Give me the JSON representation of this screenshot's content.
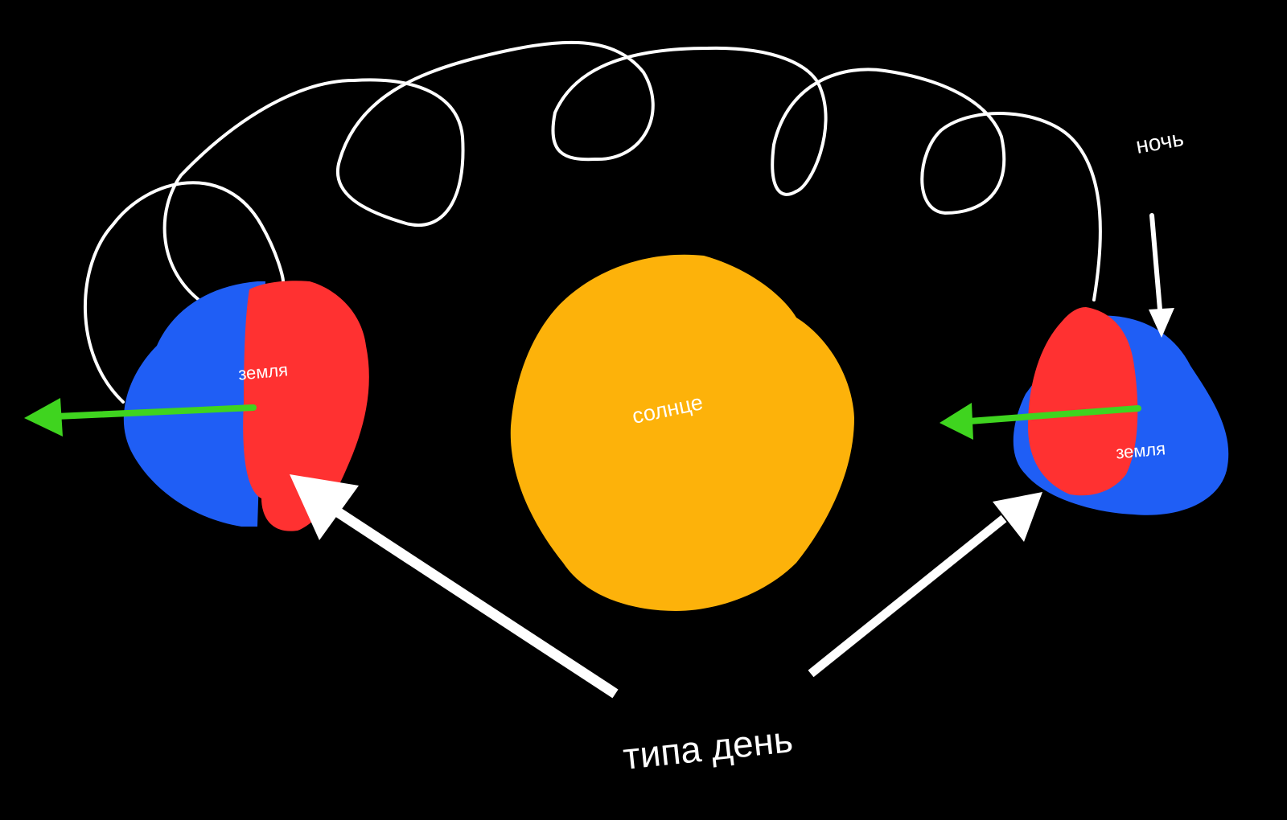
{
  "colors": {
    "background": "#000000",
    "sun": "#FDB20A",
    "earth_night": "#1F5EF5",
    "earth_day": "#FF3131",
    "axis_arrow": "#3FD41F",
    "orbit_line": "#FFFFFF",
    "pointer_arrow": "#FFFFFF"
  },
  "sun": {
    "label": "солнце"
  },
  "earth_left": {
    "label": "земля"
  },
  "earth_right": {
    "label": "земля"
  },
  "night_label": "ночь",
  "day_label": "типа день"
}
